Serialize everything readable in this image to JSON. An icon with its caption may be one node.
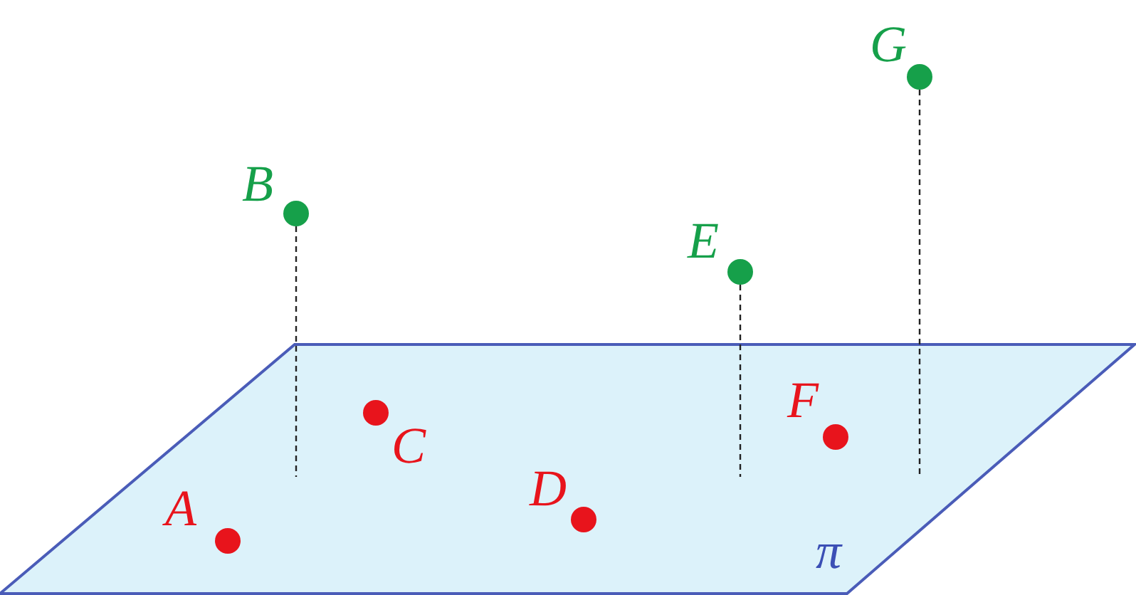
{
  "diagram": {
    "nodes": [
      {
        "text": [
          "π"
        ]
      },
      {
        "text": [
          "A"
        ],
        "in": 0
      },
      {
        "text": [
          "B"
        ]
      },
      {
        "text": [
          "C"
        ],
        "in": 0
      },
      {
        "text": [
          "D"
        ],
        "in": 0
      },
      {
        "text": [
          "E"
        ]
      },
      {
        "text": [
          "F"
        ],
        "in": 0
      },
      {
        "text": [
          "G"
        ]
      }
    ],
    "edges": [
      {
        "from": 2,
        "to": null,
        "arrow": "none",
        "style": "dashed"
      },
      {
        "from": 5,
        "to": null,
        "arrow": "none",
        "style": "dashed"
      },
      {
        "from": 7,
        "to": null,
        "arrow": "none",
        "style": "dashed"
      }
    ]
  }
}
